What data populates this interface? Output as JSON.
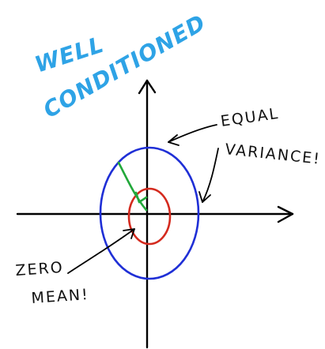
{
  "title": {
    "line1": "WELL",
    "line2": "CONDITIONED"
  },
  "annotations": {
    "equal": "EQUAL",
    "variance": "VARIANCE!",
    "zero": "ZERO",
    "mean": "MEAN!"
  },
  "colors": {
    "title": "#2ea3e6",
    "axes": "#000000",
    "outer_circle": "#1f2fd6",
    "inner_circle": "#d42a1e",
    "mean_arrow": "#22a83a",
    "text": "#111111"
  }
}
